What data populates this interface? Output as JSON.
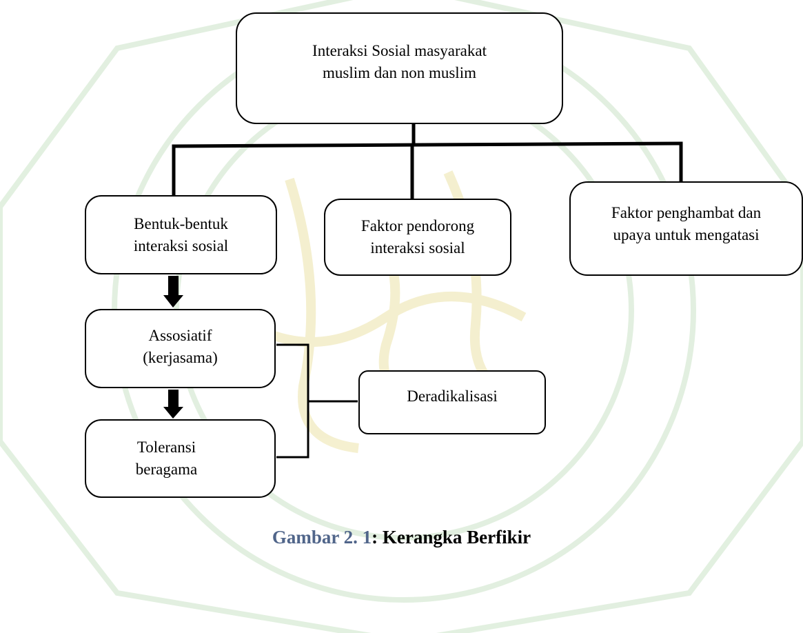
{
  "nodes": {
    "root": "Interaksi Sosial masyarakat\nmuslim dan non muslim",
    "bentuk": "Bentuk-bentuk\ninteraksi sosial",
    "pendorong": "Faktor pendorong\ninteraksi sosial",
    "penghambat": "Faktor penghambat dan\nupaya untuk mengatasi",
    "assosiatif": "Assosiatif\n(kerjasama)",
    "toleransi": "Toleransi\nberagama",
    "deradikalisasi": "Deradikalisasi"
  },
  "caption": {
    "label": "Gambar 2. 1",
    "text": ": Kerangka Berfikir"
  },
  "colors": {
    "caption_label": "#50658a",
    "watermark": "#cfe6cc",
    "watermark_gold": "#f2ecc4"
  }
}
